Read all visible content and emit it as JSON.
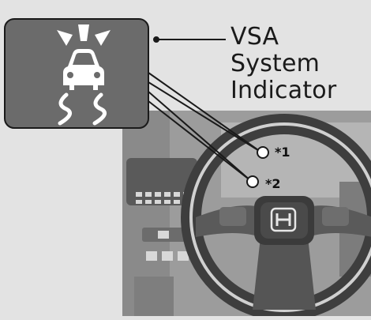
{
  "indicator": {
    "title_line1": "VSA System",
    "title_line2": "Indicator",
    "icon": "vsa-skid-car-icon"
  },
  "markers": [
    {
      "label": "*1"
    },
    {
      "label": "*2"
    }
  ],
  "colors": {
    "page_background": "#e3e3e3",
    "indicator_box": "#6b6b6b",
    "indicator_box_border": "#1a1a1a",
    "icon_color": "#ffffff",
    "leader_line": "#1a1a1a"
  }
}
